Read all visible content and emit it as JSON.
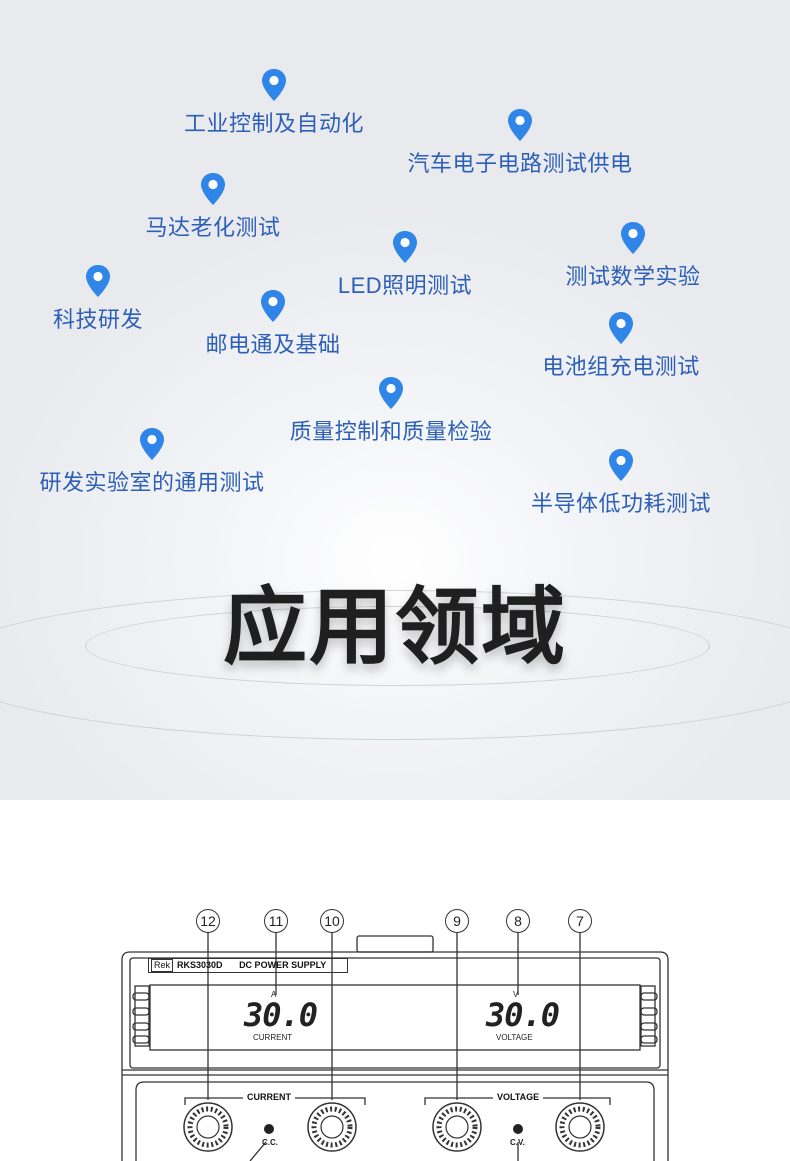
{
  "hero": {
    "title": "应用领域",
    "pin_color": "#2f86e8",
    "label_color": "#2c5fb8",
    "tags": [
      "工业控制及自动化",
      "汽车电子电路测试供电",
      "马达老化测试",
      "LED照明测试",
      "测试数学实验",
      "科技研发",
      "邮电通及基础",
      "电池组充电测试",
      "质量控制和质量检验",
      "研发实验室的通用测试",
      "半导体低功耗测试"
    ]
  },
  "diagram": {
    "callouts": [
      "12",
      "11",
      "10",
      "9",
      "8",
      "7"
    ],
    "brand": "Rek",
    "model": "RKS3030D",
    "product": "DC POWER SUPPLY",
    "current": {
      "unit": "A",
      "value": "30.0",
      "label": "CURRENT"
    },
    "voltage": {
      "unit": "V",
      "value": "30.0",
      "label": "VOLTAGE"
    },
    "panel_current_label": "CURRENT",
    "panel_voltage_label": "VOLTAGE",
    "cc_label": "C.C.",
    "cv_label": "C.V."
  }
}
